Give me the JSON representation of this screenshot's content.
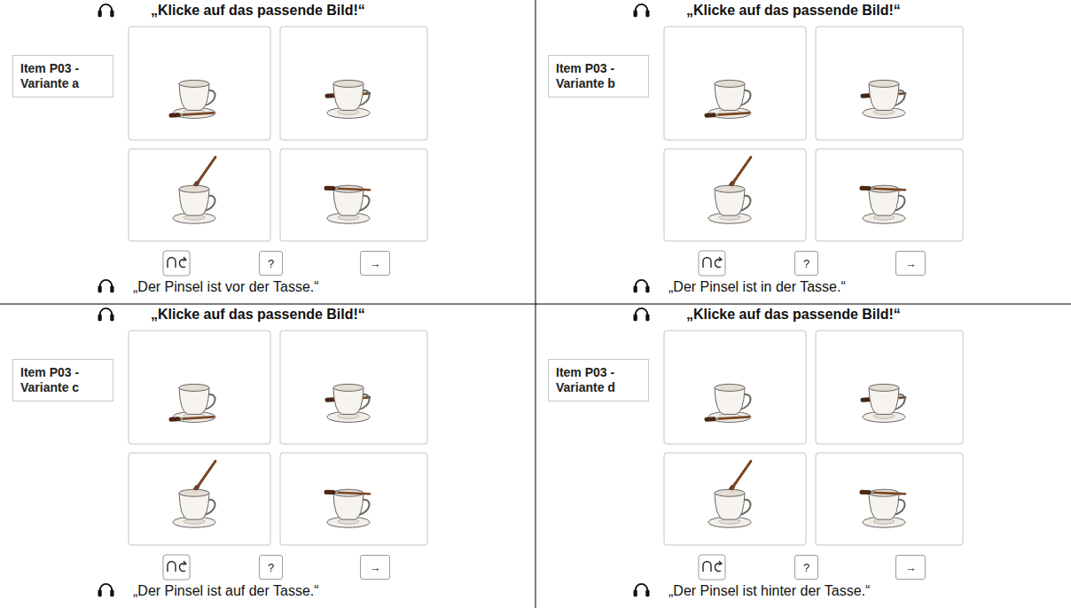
{
  "diagram": {
    "nodes": [
      {
        "text": [
          "Item P03 - Variante a"
        ]
      },
      {
        "text": [
          "?"
        ]
      },
      {
        "text": [
          "→"
        ]
      },
      {
        "text": [
          "Item P03 - Variante b"
        ]
      },
      {
        "text": [
          "?"
        ]
      },
      {
        "text": [
          "→"
        ]
      },
      {
        "text": [
          "Item P03 - Variante c"
        ]
      },
      {
        "text": [
          "?"
        ]
      },
      {
        "text": [
          "→"
        ]
      },
      {
        "text": [
          "Item P03 - Variante d"
        ]
      },
      {
        "text": [
          "?"
        ]
      },
      {
        "text": [
          "→"
        ]
      }
    ],
    "labels": [
      "„Klicke auf das passende Bild!“",
      "„Der Pinsel ist vor der Tasse.“",
      "„Klicke auf das passende Bild!“",
      "„Der Pinsel ist in der Tasse.“",
      "„Klicke auf das passende Bild!“",
      "„Der Pinsel ist auf der Tasse.“",
      "„Klicke auf das passende Bild!“",
      "„Der Pinsel ist hinter der Tasse.“"
    ]
  }
}
